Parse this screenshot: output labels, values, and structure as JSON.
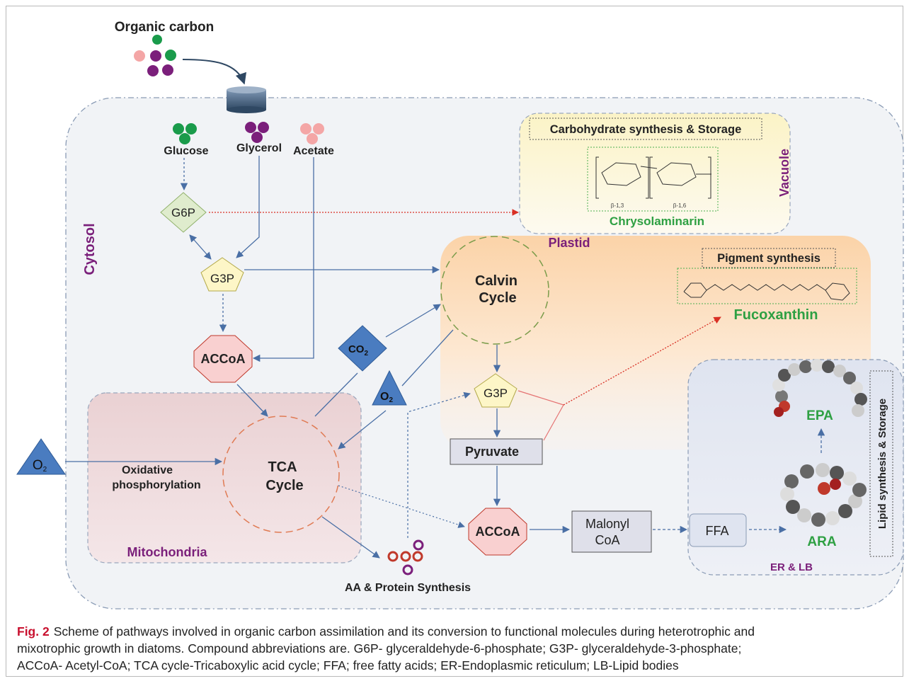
{
  "diagram": {
    "organic_carbon": "Organic carbon",
    "cytosol": "Cytosol",
    "vacuole": "Vacuole",
    "plastid": "Plastid",
    "mitochondria": "Mitochondria",
    "er_lb": "ER & LB",
    "carbohydrate_title": "Carbohydrate synthesis & Storage",
    "chrysolaminarin": "Chrysolaminarin",
    "pigment_title": "Pigment synthesis",
    "fucoxanthin": "Fucoxanthin",
    "lipid_title": "Lipid synthesis & Storage",
    "glucose": "Glucose",
    "glycerol": "Glycerol",
    "acetate": "Acetate",
    "g6p": "G6P",
    "g3p_cytosol": "G3P",
    "g3p_plastid": "G3P",
    "accoa_cytosol": "ACCoA",
    "accoa_plastid": "ACCoA",
    "calvin_line1": "Calvin",
    "calvin_line2": "Cycle",
    "tca_line1": "TCA",
    "tca_line2": "Cycle",
    "co2": "CO",
    "co2_sub": "2",
    "o2": "O",
    "o2_sub": "2",
    "oxidative_line1": "Oxidative",
    "oxidative_line2": "phosphorylation",
    "pyruvate": "Pyruvate",
    "malonyl_line1": "Malonyl",
    "malonyl_line2": "CoA",
    "ffa": "FFA",
    "epa": "EPA",
    "ara": "ARA",
    "aa_protein": "AA & Protein Synthesis",
    "beta13": "β-1,3",
    "beta16": "β-1,6",
    "colors": {
      "region_label": "#7a1f7a",
      "product_green": "#2ea043",
      "arrow_blue": "#4a6fa5",
      "arrow_red": "#d93025",
      "octagon_fill": "#f9d0d0",
      "octagon_stroke": "#c0392b",
      "dot_green": "#1a9b4b",
      "dot_purple": "#7b1f7b",
      "dot_pink": "#f4a6a6"
    }
  },
  "caption": {
    "label": "Fig. 2",
    "line1": "Scheme of pathways involved in organic carbon assimilation and its conversion to functional molecules during heterotrophic and",
    "line2": "mixotrophic growth in diatoms. Compound abbreviations are. G6P- glyceraldehyde-6-phosphate; G3P- glyceraldehyde-3-phosphate;",
    "line3": "ACCoA- Acetyl-CoA; TCA cycle-Tricaboxylic acid cycle; FFA; free fatty acids; ER-Endoplasmic reticulum; LB-Lipid bodies"
  }
}
